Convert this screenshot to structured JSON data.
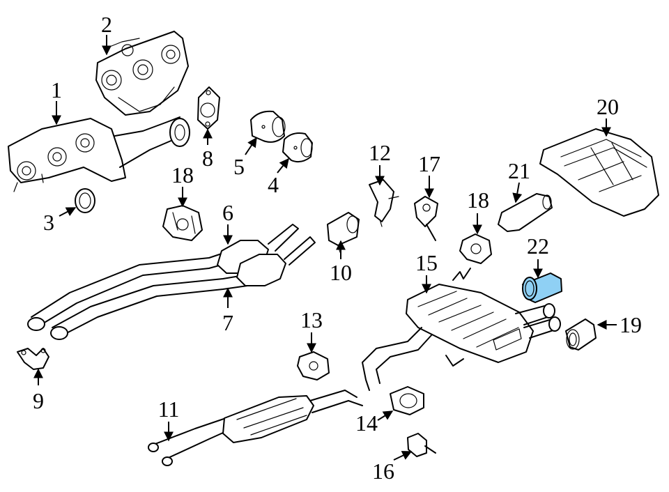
{
  "callouts": {
    "c1": "1",
    "c2": "2",
    "c3": "3",
    "c4": "4",
    "c5": "5",
    "c6": "6",
    "c7": "7",
    "c8": "8",
    "c9": "9",
    "c10": "10",
    "c11": "11",
    "c12": "12",
    "c13": "13",
    "c14": "14",
    "c15": "15",
    "c16": "16",
    "c17": "17",
    "c18a": "18",
    "c18b": "18",
    "c19": "19",
    "c20": "20",
    "c21": "21",
    "c22": "22"
  },
  "highlight": {
    "part": "22",
    "color": "#8fd0f4"
  }
}
